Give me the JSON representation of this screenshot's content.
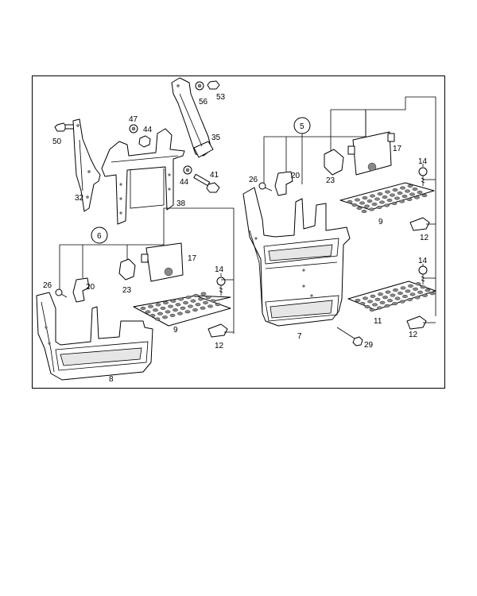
{
  "callouts": {
    "c50": "50",
    "c47": "47",
    "c44a": "44",
    "c56": "56",
    "c53": "53",
    "c35": "35",
    "c41": "41",
    "c44b": "44",
    "c32": "32",
    "c38": "38",
    "c6": "6",
    "c26a": "26",
    "c20a": "20",
    "c23a": "23",
    "c17a": "17",
    "c14a": "14",
    "c9a": "9",
    "c12a": "12",
    "c8": "8",
    "c5": "5",
    "c26b": "26",
    "c20b": "20",
    "c23b": "23",
    "c17b": "17",
    "c14b": "14",
    "c9b": "9",
    "c12b": "12",
    "c7": "7",
    "c14c": "14",
    "c11": "11",
    "c12c": "12",
    "c29": "29"
  }
}
